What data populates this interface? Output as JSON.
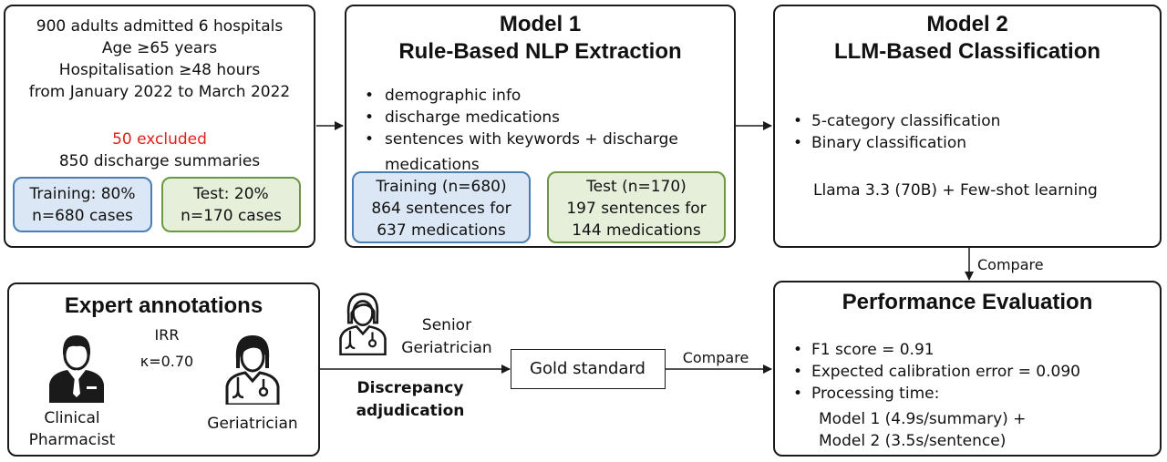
{
  "cohort": {
    "lines": [
      "900 adults admitted 6 hospitals",
      "Age ≥65 years",
      "Hospitalisation ≥48 hours",
      "from January 2022 to March 2022"
    ],
    "excluded": "50 excluded",
    "summaries": "850 discharge summaries",
    "training": [
      "Training: 80%",
      "n=680 cases"
    ],
    "test": [
      "Test: 20%",
      "n=170 cases"
    ]
  },
  "model1": {
    "title": [
      "Model 1",
      "Rule-Based NLP Extraction"
    ],
    "bullets": [
      "demographic info",
      "discharge medications",
      "sentences with keywords + discharge",
      "medications"
    ],
    "training": [
      "Training (n=680)",
      "864 sentences for",
      "637 medications"
    ],
    "test": [
      "Test (n=170)",
      "197 sentences for",
      "144 medications"
    ]
  },
  "model2": {
    "title": [
      "Model 2",
      "LLM-Based Classification"
    ],
    "bullets": [
      "5-category classification",
      "Binary classification"
    ],
    "method": "Llama 3.3 (70B) + Few-shot learning"
  },
  "compare_label": "Compare",
  "expert": {
    "title": "Expert annotations",
    "irr": [
      "IRR",
      "κ=0.70"
    ],
    "pharmacist": [
      "Clinical",
      "Pharmacist"
    ],
    "geriatrician": "Geriatrician"
  },
  "senior": [
    "Senior",
    "Geriatrician"
  ],
  "discrepancy": [
    "Discrepancy",
    "adjudication"
  ],
  "gold": "Gold standard",
  "evaluation": {
    "title": "Performance Evaluation",
    "bullets": [
      "F1 score = 0.91",
      "Expected calibration error = 0.090",
      "Processing time:"
    ],
    "processing": [
      "Model 1 (4.9s/summary) +",
      "Model 2 (3.5s/sentence)"
    ]
  }
}
